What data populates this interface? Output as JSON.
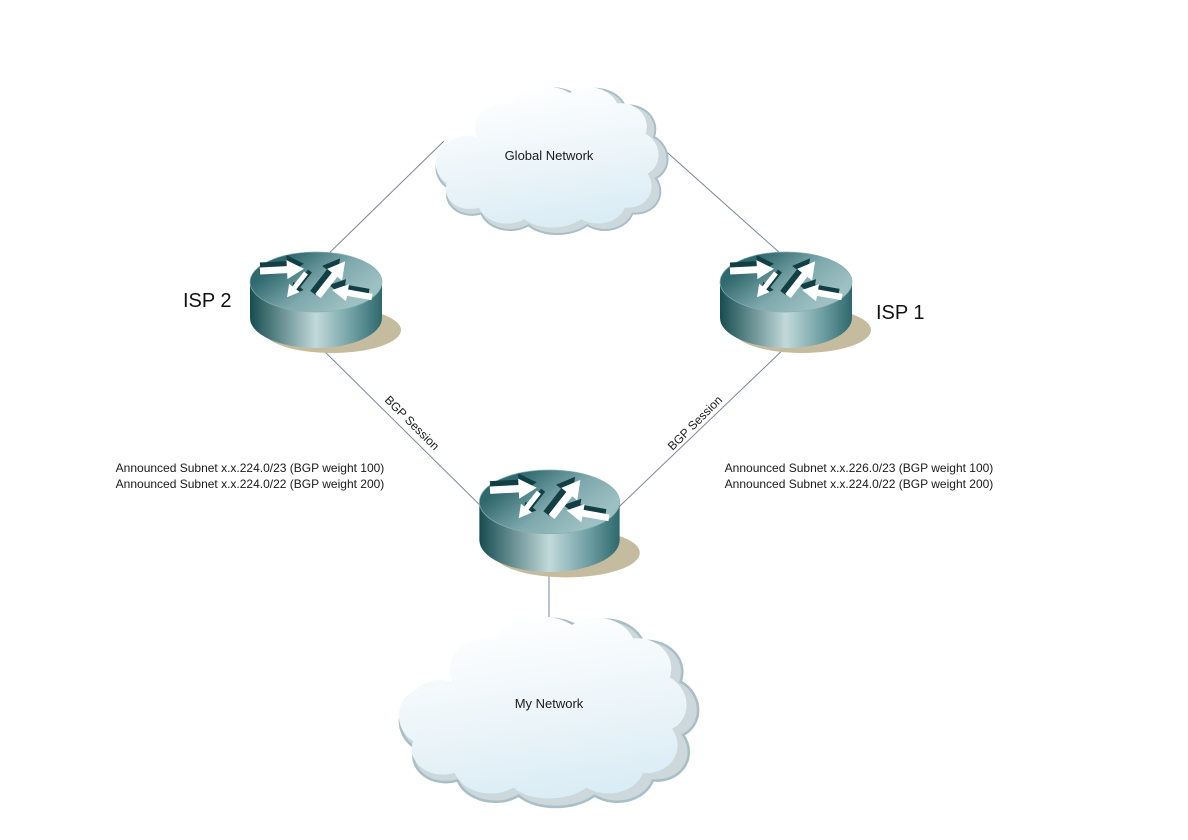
{
  "diagram": {
    "clouds": {
      "global": {
        "label": "Global Network"
      },
      "local": {
        "label": "My Network"
      }
    },
    "routers": {
      "isp2": {
        "label": "ISP 2"
      },
      "isp1": {
        "label": "ISP 1"
      }
    },
    "links": {
      "isp2_session": {
        "label": "BGP Session"
      },
      "isp1_session": {
        "label": "BGP Session"
      }
    },
    "annotations": {
      "isp2": {
        "lines": [
          "Announced Subnet x.x.224.0/23 (BGP weight 100)",
          "Announced Subnet x.x.224.0/22 (BGP weight 200)"
        ]
      },
      "isp1": {
        "lines": [
          "Announced Subnet x.x.226.0/23 (BGP weight 100)",
          "Announced Subnet x.x.224.0/22 (BGP weight 200)"
        ]
      }
    },
    "colors": {
      "background": "#ffffff",
      "link_line": "#76889c",
      "router_dark_teal": "#174d50",
      "router_light_teal": "#c2d9da",
      "router_shadow_tan": "#c5bb9e",
      "cloud_fill": "#daecf5",
      "cloud_stroke": "#a9bec6",
      "text": "#1a1a1a"
    }
  }
}
